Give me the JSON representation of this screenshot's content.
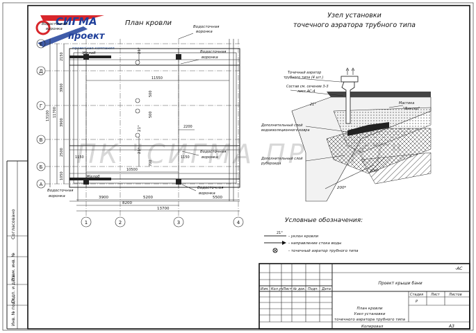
{
  "logo": {
    "brand_top": "СИГМА",
    "brand_bottom": "проект",
    "tagline": "проектная компания",
    "brand_color": "#d8262b",
    "secondary_color": "#1f3f9a"
  },
  "watermark": "ПК \"СИГМА ПРОЕКТ\"",
  "roof_plan": {
    "title": "План кровли",
    "axes_rows": [
      "Е",
      "Д",
      "Г",
      "В",
      "Б",
      "А"
    ],
    "axes_cols": [
      "1",
      "2",
      "3",
      "4"
    ],
    "callouts": {
      "drain_tl": [
        "Водосточная",
        "воронка"
      ],
      "drain_top": [
        "Водосточная",
        "воронка"
      ],
      "drain_right_upper": [
        "Водосточная",
        "воронка"
      ],
      "drain_right_lower": [
        "Водосточная",
        "воронка"
      ],
      "drain_bottom": [
        "Водосточная",
        "воронка"
      ],
      "drain_bottom_left": [
        "Водосточная",
        "воронка"
      ],
      "gutter_top": "Желоб",
      "gutter_bottom": "Желоб"
    },
    "slopes": [
      "21°",
      "21°",
      "21°"
    ],
    "dims_left": [
      "2150",
      "3900",
      "3900",
      "2500",
      "1050"
    ],
    "dims_left_total": [
      "11700",
      "13100"
    ],
    "dims_inner": [
      "11550",
      "10500",
      "2200",
      "1150",
      "1150",
      "500",
      "500",
      "700"
    ],
    "dims_bottom_row1": [
      "3900",
      "5200",
      "5500"
    ],
    "dims_bottom_row2": "8200",
    "dims_bottom_row3": "13700"
  },
  "node_detail": {
    "title_line1": "Узел установки",
    "title_line2": "точечного аэратора трубного типа",
    "labels": {
      "aerator": [
        "Точечный аэратор",
        "трубного типа (4 шт.)"
      ],
      "section_ref": [
        "Состав см. сечение 3-3",
        "лист АС-4"
      ],
      "mastic": [
        "Мастика",
        "\"Фиксер\""
      ],
      "extra_layer1": [
        "Дополнительный слой",
        "водоизоляционного ковра"
      ],
      "extra_layer2": [
        "Дополнительный слой",
        "рубероида"
      ]
    },
    "angle": "21°",
    "dim1": "200*",
    "dim2": "200*"
  },
  "legend": {
    "title": "Условные обозначения:",
    "items": [
      {
        "symbol_label": "21°",
        "text": "- уклон кровли"
      },
      {
        "symbol_label": "",
        "text": "- направление стока воды"
      },
      {
        "symbol_label": "",
        "text": "- точечный аэратор трубного типа"
      }
    ]
  },
  "title_block": {
    "code": "-АС",
    "project_name": "Проект крыши бани",
    "header_cells": [
      "Изм.",
      "Кол.уч",
      "Лист",
      "№ док.",
      "Подп.",
      "Дата"
    ],
    "stage_headers": [
      "Стадия",
      "Лист",
      "Листов"
    ],
    "stage_value": "Р",
    "sheet_title": [
      "План кровли",
      "Узел установки",
      "точечного аэратора трубного типа"
    ],
    "copied": "Копировал",
    "format": "А3"
  },
  "side_stamp": [
    "Согласовано",
    "Взам. инв. №",
    "Подп. и дата",
    "Инв. № подл."
  ]
}
